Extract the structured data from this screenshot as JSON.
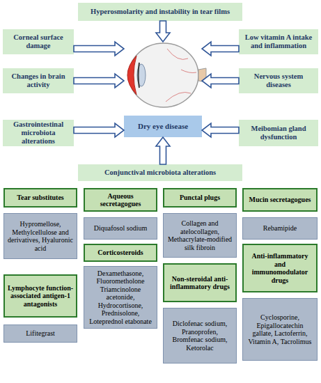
{
  "diagram": {
    "nodes": [
      {
        "text": [
          "Hyperosmolarity and instability in tear films"
        ]
      },
      {
        "text": [
          "Corneal surface damage"
        ]
      },
      {
        "text": [
          "Low vitamin A intake and inflammation"
        ]
      },
      {
        "text": [
          "Changes in brain activity"
        ]
      },
      {
        "text": [
          "Nervous system diseases"
        ]
      },
      {
        "text": [
          "Gastrointestinal microbiota alterations"
        ]
      },
      {
        "text": [
          "Meibomian gland dysfunction"
        ]
      },
      {
        "text": [
          "Dry eye disease"
        ]
      },
      {
        "text": [
          "Conjunctival microbiota alterations"
        ]
      },
      {
        "text": [
          "Tear substitutes"
        ]
      },
      {
        "text": [
          "Hypromellose, Methylcellulose and derivatives, Hyaluronic acid"
        ]
      },
      {
        "text": [
          "Aqueous secretagogues"
        ]
      },
      {
        "text": [
          "Diquafosol sodium"
        ]
      },
      {
        "text": [
          "Punctal plugs"
        ]
      },
      {
        "text": [
          "Collagen and atelocollagen, Methacrylate-modified silk fibroin"
        ]
      },
      {
        "text": [
          "Mucin secretagogues"
        ]
      },
      {
        "text": [
          "Rebamipide"
        ]
      },
      {
        "text": [
          "Corticosteroids"
        ]
      },
      {
        "text": [
          "Dexamethasone, Fluorometholone Triamcinolone acetonide, Hydrocortisone, Prednisolone, Loteprednol etabonate"
        ]
      },
      {
        "text": [
          "Anti-inflammatory and immunomodulator drugs"
        ]
      },
      {
        "text": [
          "Cyclosporine, Epigallocatechin gallate, Lactoferrin, Vitamin A, Tacrolimus"
        ]
      },
      {
        "text": [
          "Lymphocyte function-associated antigen-1 antagonists"
        ]
      },
      {
        "text": [
          "Lifitegrast"
        ]
      },
      {
        "text": [
          "Non-steroidal anti-inflammatory drugs"
        ]
      },
      {
        "text": [
          "Diclofenac sodium, Pranoprofen, Bromfenac sodium, Ketorolac"
        ]
      }
    ],
    "edges": [
      {
        "from": 0,
        "to": 7,
        "arrow": "to"
      },
      {
        "from": 1,
        "to": 7,
        "arrow": "to"
      },
      {
        "from": 2,
        "to": 7,
        "arrow": "to"
      },
      {
        "from": 3,
        "to": 7,
        "arrow": "to"
      },
      {
        "from": 4,
        "to": 7,
        "arrow": "to"
      },
      {
        "from": 5,
        "to": 7,
        "arrow": "to"
      },
      {
        "from": 6,
        "to": 7,
        "arrow": "to"
      },
      {
        "from": 8,
        "to": 7,
        "arrow": "to"
      }
    ]
  }
}
